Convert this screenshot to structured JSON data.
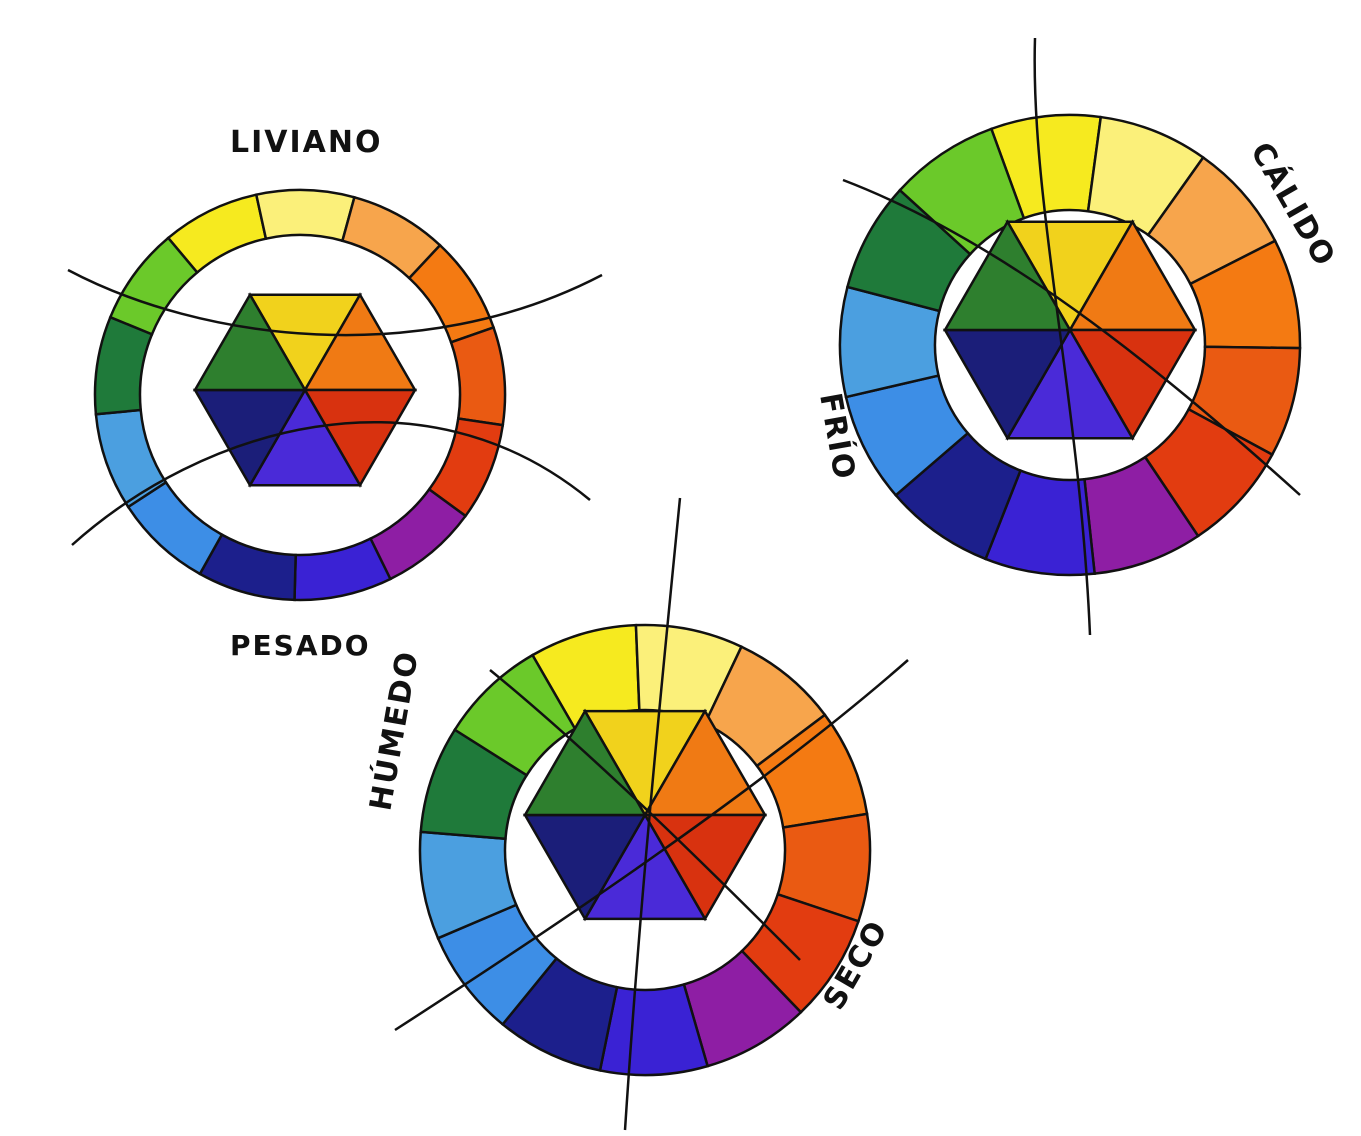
{
  "labels": {
    "liviano": "LIVIANO",
    "pesado": "PESADO",
    "calido": "CÁLIDO",
    "frio": "FRÍO",
    "humedo": "HÚMEDO",
    "seco": "SECO"
  },
  "wheel_colors": [
    "#f6ea1f",
    "#fbf07a",
    "#f7a54c",
    "#f47a12",
    "#ea5a12",
    "#e23c10",
    "#8e1ea4",
    "#3a22d4",
    "#1c1f8c",
    "#3d8ee6",
    "#4b9fe0",
    "#1f7a3a",
    "#6bc92a"
  ],
  "center_colors": {
    "green": "#2e7f2e",
    "yellow": "#f1d21c",
    "orange": "#f07a14",
    "red": "#d8320f",
    "navy": "#1b1e79",
    "violet": "#4a2ad8"
  }
}
